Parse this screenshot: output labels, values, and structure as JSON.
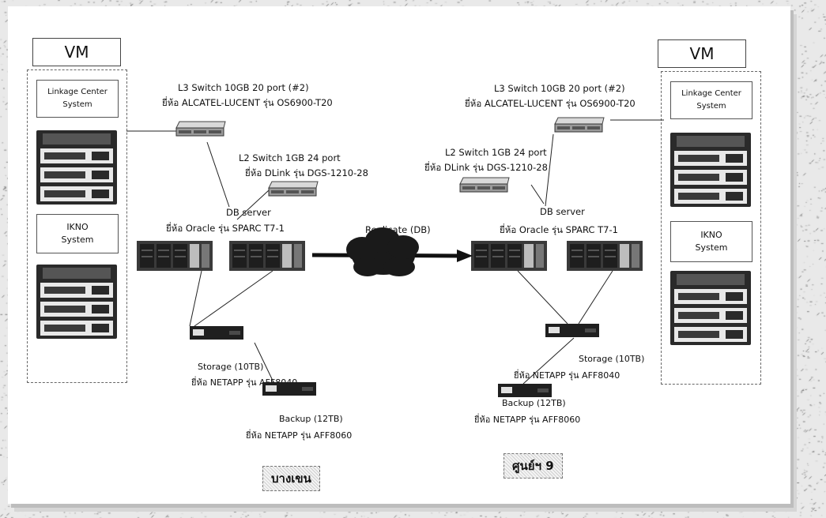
{
  "left": {
    "vm_title": "VM",
    "system1": [
      "Linkage Center",
      "System"
    ],
    "system2": [
      "IKNO",
      "System"
    ],
    "l3_line1": "L3 Switch 10GB 20 port (#2)",
    "l3_line2": "ยี่ห้อ ALCATEL-LUCENT  รุ่น OS6900-T20",
    "l2_line1": "L2 Switch 1GB 24 port",
    "l2_line2": "ยี่ห้อ DLink  รุ่น DGS-1210-28",
    "db_line1": "DB server",
    "db_line2": "ยี่ห้อ Oracle  รุ่น SPARC T7-1",
    "storage_line1": "Storage (10TB)",
    "storage_line2": "ยี่ห้อ NETAPP  รุ่น AFF8040",
    "backup_line1": "Backup (12TB)",
    "backup_line2": "ยี่ห้อ NETAPP รุ่น AFF8060",
    "site": "บางเขน"
  },
  "right": {
    "vm_title": "VM",
    "system1": [
      "Linkage Center",
      "System"
    ],
    "system2": [
      "IKNO",
      "System"
    ],
    "l3_line1": "L3 Switch 10GB 20 port (#2)",
    "l3_line2": "ยี่ห้อ ALCATEL-LUCENT  รุ่น OS6900-T20",
    "l2_line1": "L2 Switch 1GB 24 port",
    "l2_line2": "ยี่ห้อ DLink  รุ่น DGS-1210-28",
    "db_line1": "DB server",
    "db_line2": "ยี่ห้อ Oracle  รุ่น SPARC T7-1",
    "storage_line1": "Storage (10TB)",
    "storage_line2": "ยี่ห้อ NETAPP  รุ่น AFF8040",
    "backup_line1": "Backup (12TB)",
    "backup_line2": "ยี่ห้อ NETAPP รุ่น AFF8060",
    "site": "ศูนย์ฯ 9"
  },
  "link": {
    "label": "Replicate (DB)"
  },
  "colors": {
    "ink": "#111111",
    "device_dark": "#2a2a2a",
    "rack_light": "#e8e8e8"
  },
  "icons": {
    "vm_server_rack": "server-rack-icon",
    "switch": "network-switch-icon",
    "db_server": "rack-server-icon",
    "storage": "storage-icon",
    "cloud": "cloud-icon"
  }
}
